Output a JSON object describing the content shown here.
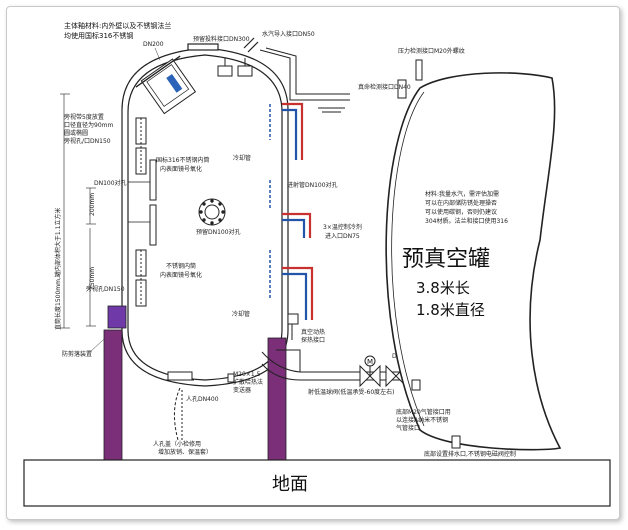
{
  "header": {
    "material_line1": "主体釉材料:内外壁以及不锈钢法兰",
    "material_line2": "均使用国标316不锈钢"
  },
  "tank_labels": {
    "dn200": "DN200",
    "reserve_feed": "预留投料接口DN300",
    "steam_inlet": "水汽导入接口DN50",
    "side_view_port": [
      "旁视带5度放置",
      "口径直径为90mm",
      "圆或椭圆",
      "旁视孔/口DN150"
    ],
    "dn100_sight": "DN100对孔",
    "gb316_inner": [
      "国标316不锈钢内筒",
      "内表面镜号氧化"
    ],
    "dim_200": "200mm",
    "dim_750": "750mm",
    "dim_total": "直筒长度1500mm,罐内部体积大于1.1立方米",
    "reserve_dn100": "预留DN100对孔",
    "ss_inner": [
      "不锈钢内筒",
      "内表面镜号氧化"
    ],
    "side_dn150": "旁视孔DN150",
    "cold_water_top": "冷却管",
    "cold_water_bottom": "冷却管",
    "temp_dn100": "进射管DN100对孔",
    "temp_control": [
      "3×温控制冷剂",
      "进入口DN75"
    ],
    "vacuum_valve": [
      "真空动热",
      "探热接口"
    ],
    "lifting_lug": "防剪落装置",
    "manhole": "人孔DN400",
    "m20": [
      "M20×1.5",
      "扩散哈热法",
      "变送器"
    ],
    "manhole_cover": [
      "人孔盖（小检修用",
      "增加放销、保温套）"
    ],
    "drain": "射低温球阀(低温承受-60度左右)",
    "dn100_valve": "DN100",
    "valve_symbol": "M"
  },
  "vacuum_tank": {
    "pressure_port": "压力检测接口M20外螺纹",
    "vacuum_port": "真命检测接口DN40",
    "note": [
      "材料:我量水汽，需评估加需",
      "可以在内部储防锈处理操否",
      "可以使用碳钢，否则仍建议",
      "304材质。法兰和接口使用316"
    ],
    "title": "预真空罐",
    "length": "3.8米长",
    "diameter": "1.8米直径",
    "m20_bottom": [
      "底部M20气管接口用",
      "以连接A纳米不锈钢",
      "气管接口"
    ],
    "bottom_note": "底部设置排水口,不锈钢电磁阀控制"
  },
  "ground": {
    "label": "地面"
  },
  "colors": {
    "leg": "#7a2f78",
    "red_pipe": "#c8312d",
    "blue_pipe": "#2255aa",
    "window_blue": "#2a63b7",
    "lug": "#6f3aa8"
  }
}
